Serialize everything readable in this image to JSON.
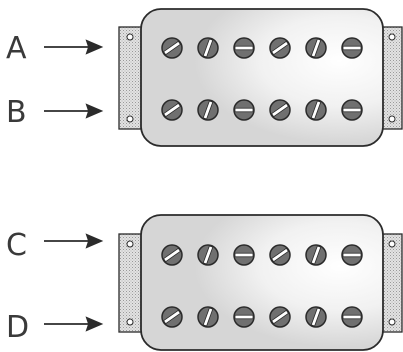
{
  "labels": [
    "A",
    "B",
    "C",
    "D"
  ],
  "screws_per_row": 6,
  "slot_angles_deg": [
    35,
    70,
    0,
    35,
    70,
    0
  ],
  "colors": {
    "outline": "#2b2b2b",
    "body": "#f4f4f4",
    "shading": "#d9d9d9",
    "screw": "#707070",
    "slot": "#ffffff",
    "label": "#3a3a3a"
  }
}
